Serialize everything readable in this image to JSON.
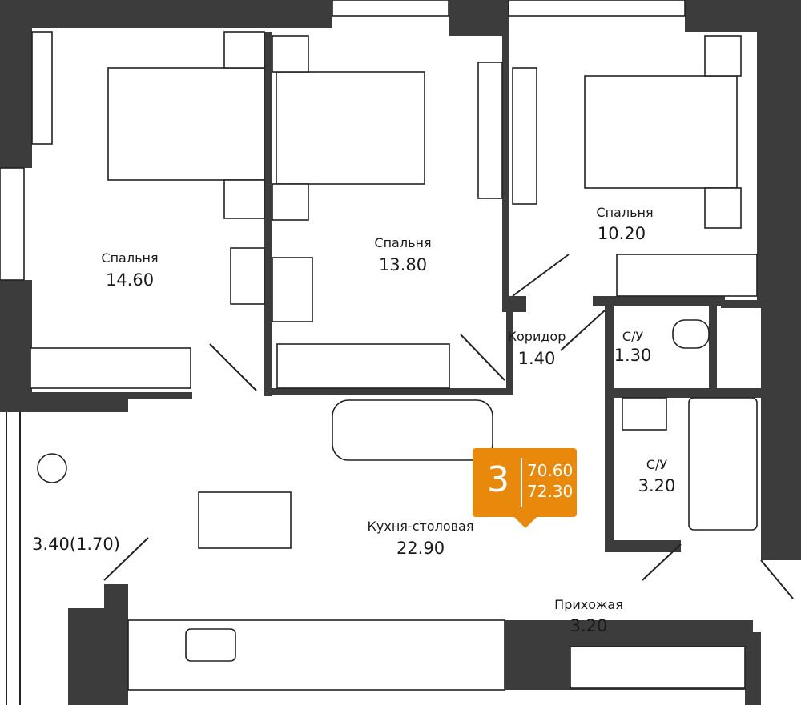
{
  "colors": {
    "wall": "#3c3c3c",
    "badge": "#e8890c"
  },
  "badge": {
    "rooms": "3",
    "living_area": "70.60",
    "total_area": "72.30"
  },
  "rooms": [
    {
      "name": "Спальня",
      "area": "14.60"
    },
    {
      "name": "Спальня",
      "area": "13.80"
    },
    {
      "name": "Спальня",
      "area": "10.20"
    },
    {
      "name": "Коридор",
      "area": "1.40"
    },
    {
      "name": "С/У",
      "area": "1.30"
    },
    {
      "name": "С/У",
      "area": "3.20"
    },
    {
      "name": "Кухня-столовая",
      "area": "22.90"
    },
    {
      "name": "Прихожая",
      "area": "3.20"
    }
  ],
  "balcony": {
    "area": "3.40(1.70)"
  }
}
